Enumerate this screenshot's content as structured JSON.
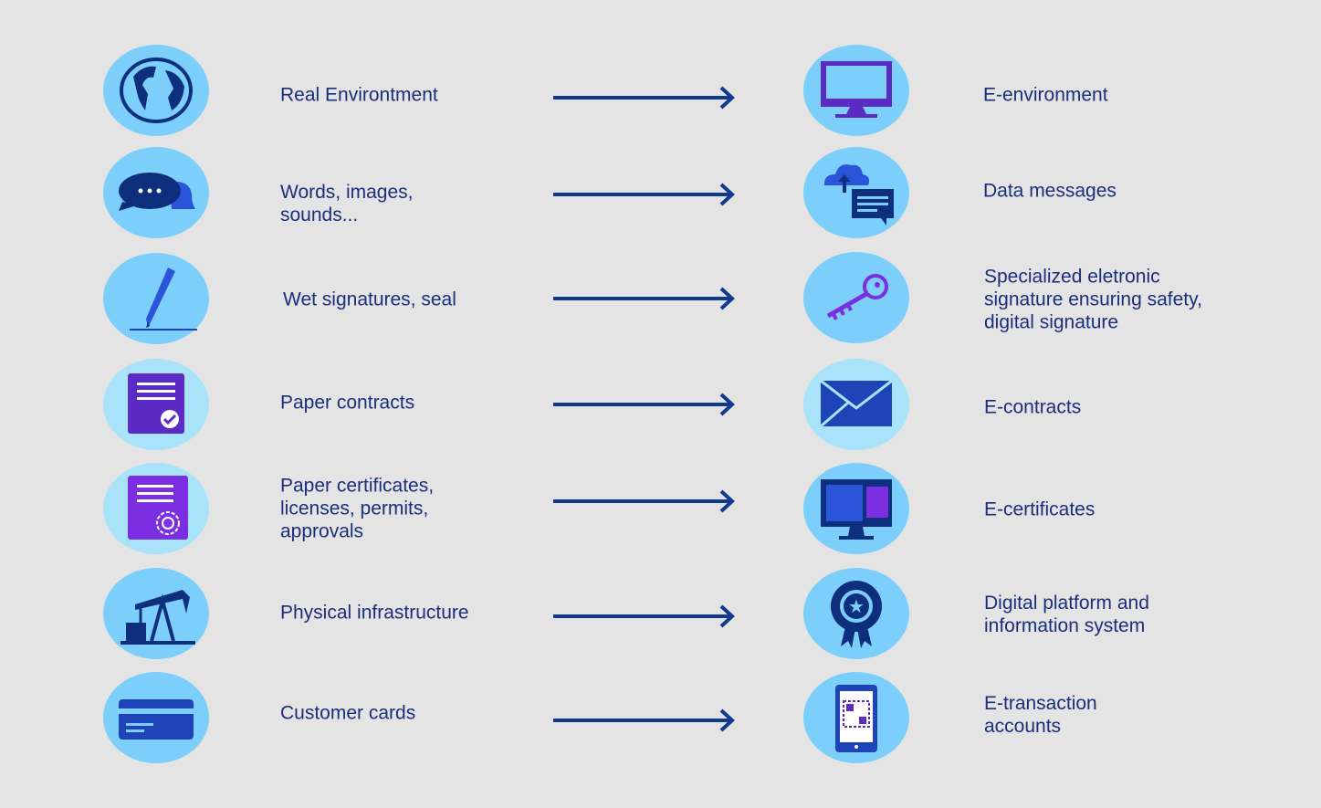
{
  "rows": [
    {
      "left": "Real Environtment",
      "left_icon": "globe-icon",
      "right": "E-environment",
      "right_icon": "monitor-icon"
    },
    {
      "left": "Words, images,\nsounds...",
      "left_icon": "chat-bubbles-icon",
      "right": "Data messages",
      "right_icon": "cloud-upload-message-icon"
    },
    {
      "left": "Wet signatures, seal",
      "left_icon": "pen-signature-icon",
      "right": "Specialized eletronic\nsignature ensuring safety,\ndigital signature",
      "right_icon": "key-icon"
    },
    {
      "left": "Paper contracts",
      "left_icon": "contract-document-icon",
      "right": "E-contracts",
      "right_icon": "envelope-icon"
    },
    {
      "left": "Paper certificates,\nlicenses, permits,\napprovals",
      "left_icon": "certificate-icon",
      "right": "E-certificates",
      "right_icon": "computer-certificate-icon"
    },
    {
      "left": "Physical infrastructure",
      "left_icon": "oil-pump-icon",
      "right": "Digital platform and\ninformation system",
      "right_icon": "award-badge-icon"
    },
    {
      "left": "Customer cards",
      "left_icon": "credit-card-icon",
      "right": "E-transaction\naccounts",
      "right_icon": "tablet-qr-icon"
    }
  ],
  "colors": {
    "background": "#e4e4e4",
    "circle": "#7ccffa",
    "text": "#1a2e7c",
    "arrow": "#123a8c"
  }
}
